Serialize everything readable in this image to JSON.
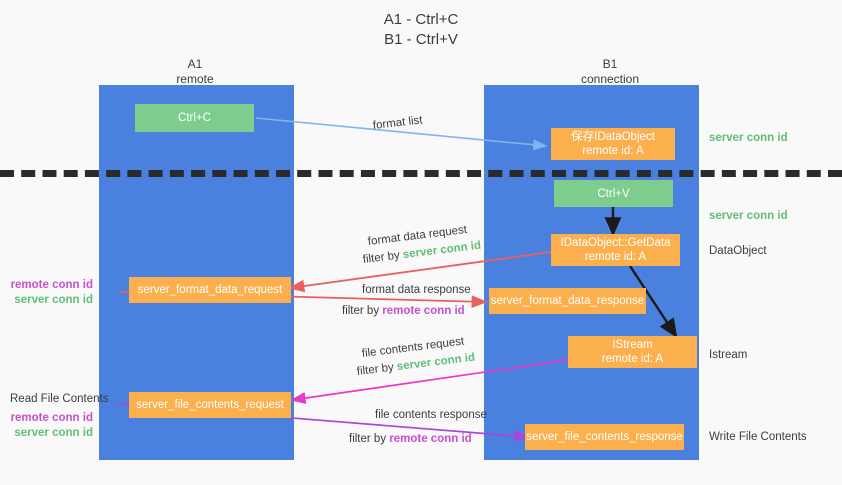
{
  "title": {
    "line1": "A1 - Ctrl+C",
    "line2": "B1 - Ctrl+V"
  },
  "columns": [
    {
      "name": "A1",
      "role": "remote"
    },
    {
      "name": "B1",
      "role": "connection"
    }
  ],
  "nodes": {
    "ctrl_c": "Ctrl+C",
    "ctrl_v": "Ctrl+V",
    "save_idataobject": {
      "line1": "保存IDataObject",
      "line2": "remote id: A"
    },
    "getdata": {
      "line1": "IDataObject::GetData",
      "line2": "remote id: A"
    },
    "istream": {
      "line1": "IStream",
      "line2": "remote id: A"
    },
    "server_format_data_request": "server_format_data_request",
    "server_format_data_response": "server_format_data_response",
    "server_file_contents_request": "server_file_contents_request",
    "server_file_contents_response": "server_file_contents_response"
  },
  "edges": {
    "format_list": "format list",
    "format_data_request": "format data request",
    "format_data_response": "format data response",
    "file_contents_request": "file contents request",
    "file_contents_response": "file contents response",
    "filter_by": "filter by ",
    "server_conn_id": "server conn id",
    "remote_conn_id": "remote conn id"
  },
  "right_labels": {
    "server_conn_id_top": "server conn id",
    "server_conn_id_mid": "server conn id",
    "data_object": "DataObject",
    "istream": "Istream",
    "write_file_contents": "Write File Contents"
  },
  "left_labels": {
    "remote_conn_id_1": "remote conn id",
    "server_conn_id_1": "server conn id",
    "read_file_contents": "Read File Contents",
    "remote_conn_id_2": "remote conn id",
    "server_conn_id_2": "server conn id"
  },
  "colors": {
    "lane": "#4a80de",
    "green_node": "#7ecd8e",
    "orange_node": "#fbb04d",
    "green_text": "#62bd78",
    "purple_text": "#c850d0",
    "blue_arrow": "#7fb4ef",
    "red_arrow": "#e8615f",
    "black_arrow": "#1a1a1a",
    "magenta_arrow": "#e838c8",
    "purple_arrow": "#a848d8",
    "background": "#f9f9f9"
  }
}
